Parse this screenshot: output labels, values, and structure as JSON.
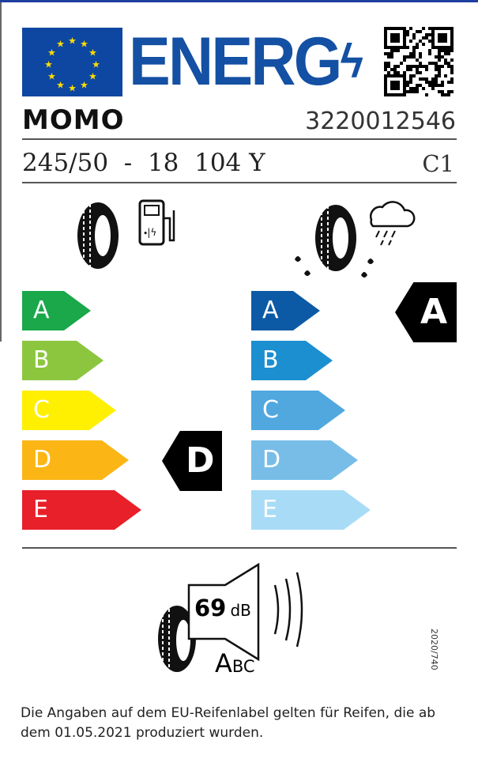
{
  "header": {
    "energy_word": "ENERG",
    "brand": "MOMO",
    "product_code": "3220012546"
  },
  "tyre": {
    "size": "245/50  -  18  104 Y",
    "tyre_class": "C1"
  },
  "fuel_efficiency": {
    "classes": [
      "A",
      "B",
      "C",
      "D",
      "E"
    ],
    "colors": [
      "#1aa84a",
      "#8cc63f",
      "#ffef00",
      "#fbb616",
      "#e8202a"
    ],
    "rating": "D"
  },
  "wet_grip": {
    "classes": [
      "A",
      "B",
      "C",
      "D",
      "E"
    ],
    "colors": [
      "#0c5aa6",
      "#1b8fd0",
      "#50a8df",
      "#78bde8",
      "#a8dcf6"
    ],
    "rating": "A"
  },
  "noise": {
    "value": "69",
    "unit": "dB",
    "class_big": "A",
    "class_small": "BC"
  },
  "regulation": "2020/740",
  "footer": "Die Angaben auf dem EU-Reifenlabel gelten für Reifen, die ab dem 01.05.2021 produziert wurden."
}
